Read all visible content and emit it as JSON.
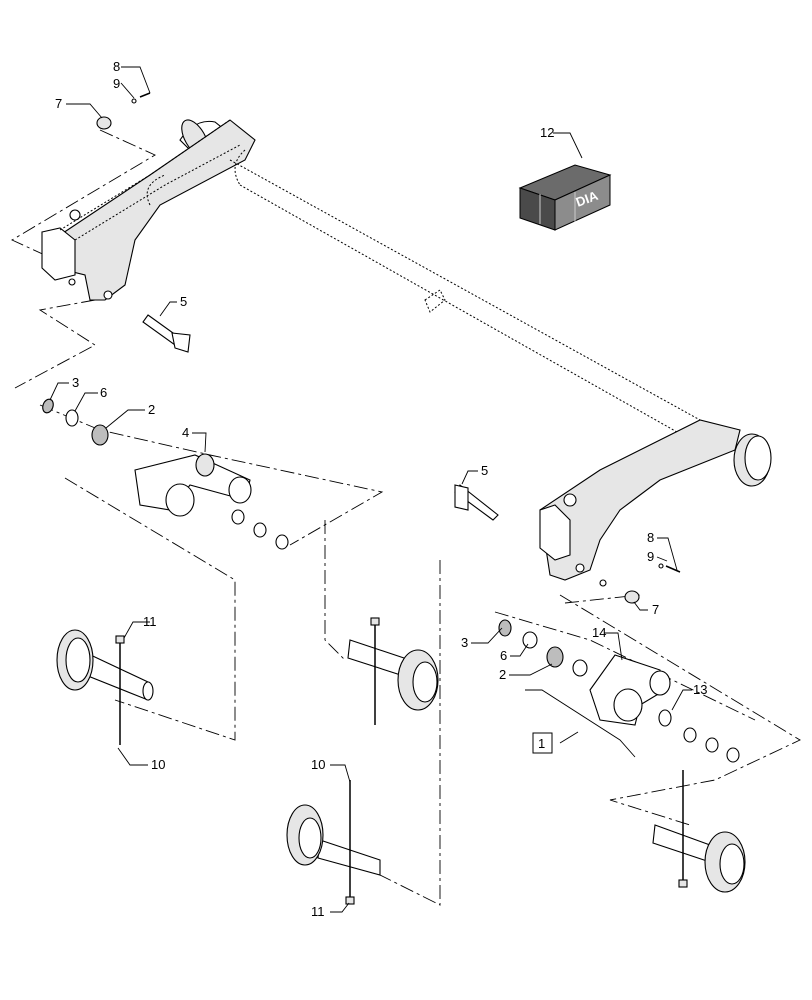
{
  "diagram": {
    "callouts": {
      "c1": "1",
      "c2a": "2",
      "c2b": "2",
      "c3a": "3",
      "c3b": "3",
      "c4": "4",
      "c5a": "5",
      "c5b": "5",
      "c6a": "6",
      "c6b": "6",
      "c7a": "7",
      "c7b": "7",
      "c8a": "8",
      "c8b": "8",
      "c9a": "9",
      "c9b": "9",
      "c10a": "10",
      "c10b": "10",
      "c11a": "11",
      "c11b": "11",
      "c12": "12",
      "c13": "13",
      "c14": "14"
    },
    "crate_label": "DIA"
  }
}
